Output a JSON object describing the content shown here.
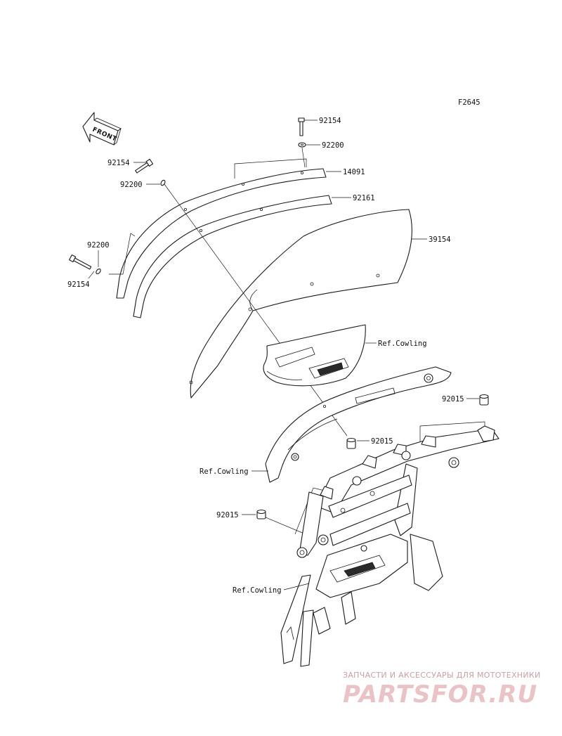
{
  "figure_code": "F2645",
  "front_arrow_label": "FRONT",
  "callouts": {
    "bolt_top": "92154",
    "washer_top": "92200",
    "cover": "14091",
    "trim": "92161",
    "windshield": "39154",
    "bolt_left_upper": "92154",
    "washer_left_upper": "92200",
    "washer_left_lower": "92200",
    "bolt_left_lower": "92154",
    "ref_cowling_1": "Ref.Cowling",
    "ref_cowling_2": "Ref.Cowling",
    "ref_cowling_3": "Ref.Cowling",
    "grommet_right": "92015",
    "grommet_mid": "92015",
    "grommet_left": "92015"
  },
  "watermark": {
    "caption": "ЗАПЧАСТИ И АКСЕССУАРЫ ДЛЯ МОТОТЕХНИКИ",
    "logo": "PARTSFOR.RU"
  }
}
